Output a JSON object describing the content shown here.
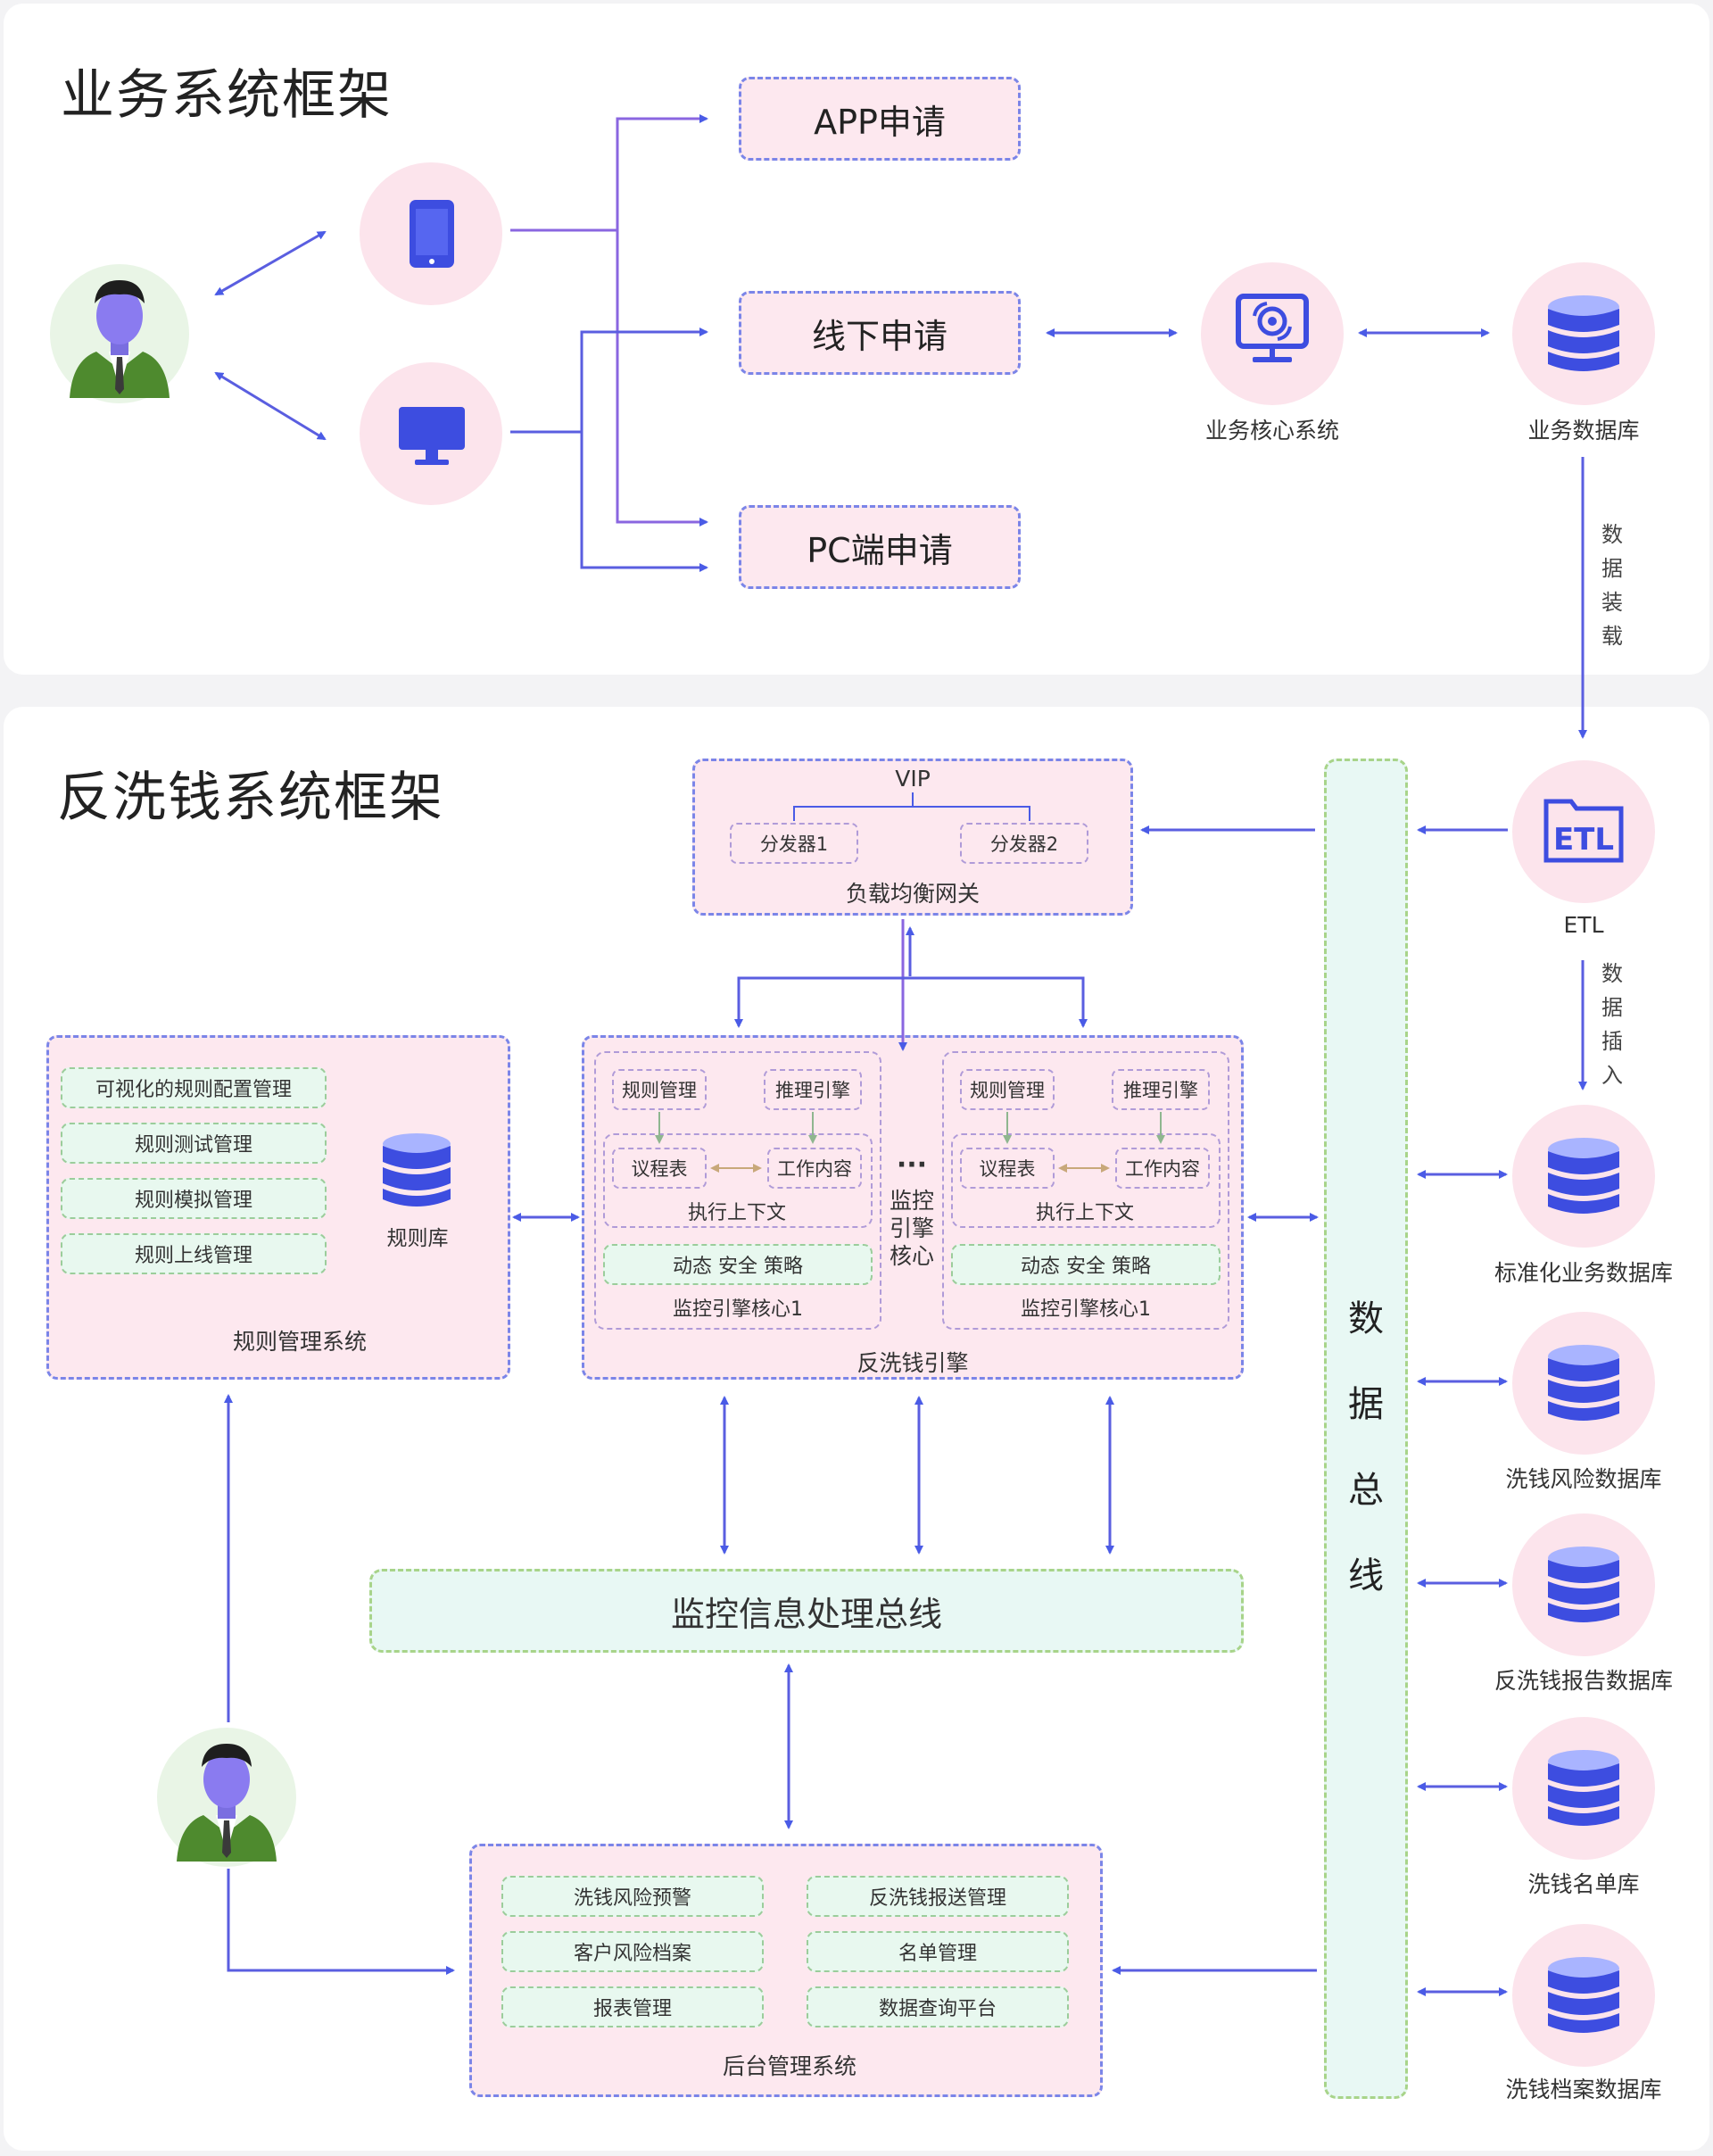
{
  "business": {
    "title": "业务系统框架",
    "app_apply": "APP申请",
    "offline_apply": "线下申请",
    "pc_apply": "PC端申请",
    "core_system": "业务核心系统",
    "business_db": "业务数据库",
    "data_load": [
      "数",
      "据",
      "装",
      "载"
    ]
  },
  "aml": {
    "title": "反洗钱系统框架",
    "etl": "ETL",
    "data_insert": [
      "数",
      "据",
      "插",
      "入"
    ],
    "gateway": {
      "vip": "VIP",
      "dispatcher1": "分发器1",
      "dispatcher2": "分发器2",
      "label": "负载均衡网关"
    },
    "rule_system": {
      "items": [
        "可视化的规则配置管理",
        "规则测试管理",
        "规则模拟管理",
        "规则上线管理"
      ],
      "db": "规则库",
      "label": "规则管理系统"
    },
    "engine": {
      "cores": [
        {
          "rule_mgmt": "规则管理",
          "inference": "推理引擎",
          "agenda": "议程表",
          "work": "工作内容",
          "context": "执行上下文",
          "strategy": "动态 安全 策略",
          "label": "监控引擎核心1"
        },
        {
          "rule_mgmt": "规则管理",
          "inference": "推理引擎",
          "agenda": "议程表",
          "work": "工作内容",
          "context": "执行上下文",
          "strategy": "动态 安全 策略",
          "label": "监控引擎核心1"
        }
      ],
      "dots": "···",
      "middle": [
        "监控",
        "引擎",
        "核心"
      ],
      "label": "反洗钱引擎"
    },
    "monitor_bus": "监控信息处理总线",
    "data_bus": [
      "数",
      "据",
      "总",
      "线"
    ],
    "backend": {
      "items_left": [
        "洗钱风险预警",
        "客户风险档案",
        "报表管理"
      ],
      "items_right": [
        "反洗钱报送管理",
        "名单管理",
        "数据查询平台"
      ],
      "label": "后台管理系统"
    },
    "databases": [
      "标准化业务数据库",
      "洗钱风险数据库",
      "反洗钱报告数据库",
      "洗钱名单库",
      "洗钱档案数据库"
    ]
  },
  "colors": {
    "accent": "#3d4de0",
    "line": "#6b6be0",
    "pink": "#fde8ef",
    "green": "#e8f8ef"
  }
}
